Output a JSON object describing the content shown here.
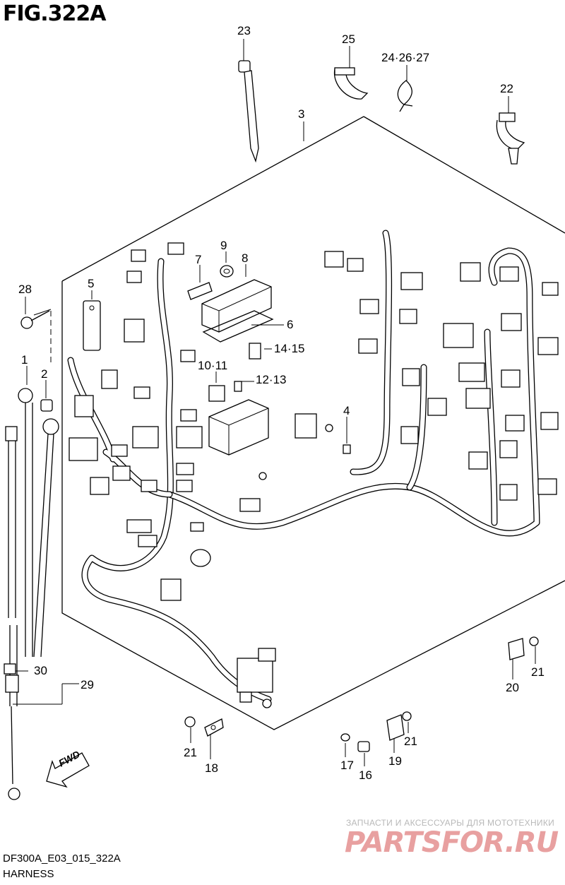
{
  "figure": {
    "title": "FIG.322A",
    "code": "DF300A_E03_015_322A",
    "caption": "HARNESS",
    "fwd_label": "FWD"
  },
  "callouts": {
    "c1": "1",
    "c2": "2",
    "c3": "3",
    "c4": "4",
    "c5": "5",
    "c6": "6",
    "c7": "7",
    "c8": "8",
    "c9": "9",
    "c10_11": "10·11",
    "c12_13": "12·13",
    "c14_15": "14·15",
    "c16": "16",
    "c17": "17",
    "c18": "18",
    "c19": "19",
    "c20": "20",
    "c21a": "21",
    "c21b": "21",
    "c21c": "21",
    "c22": "22",
    "c23": "23",
    "c24_26_27": "24·26·27",
    "c25": "25",
    "c28": "28",
    "c29": "29",
    "c30": "30"
  },
  "watermark": {
    "line1": "ЗАПЧАСТИ И АКСЕССУАРЫ ДЛЯ МОТОТЕХНИКИ",
    "logo": "PARTSFOR.RU",
    "color": "#e8a0a0"
  }
}
